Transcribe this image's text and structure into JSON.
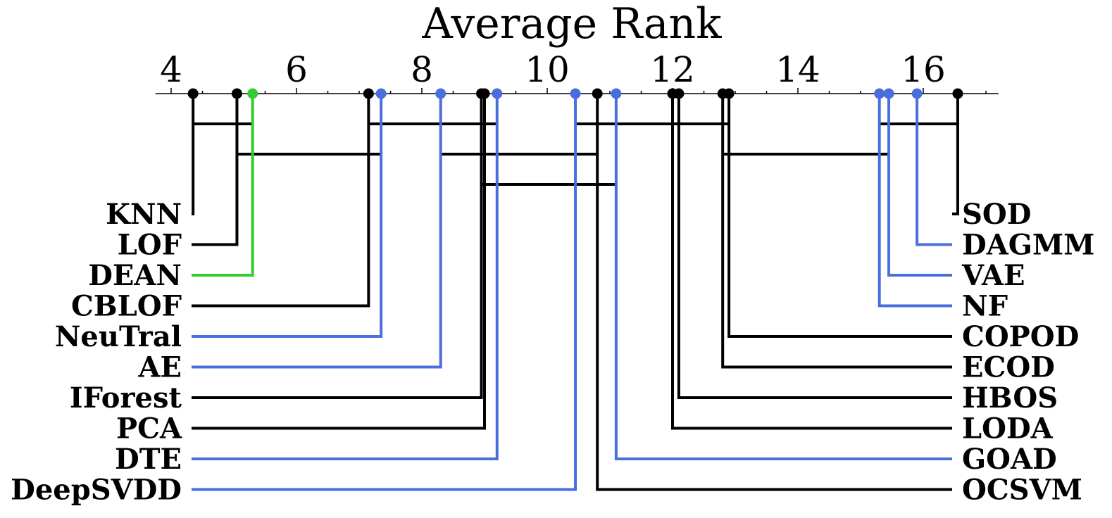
{
  "chart_data": {
    "type": "critical-difference-diagram",
    "title": "Average Rank",
    "xlim": [
      3.75,
      17.2
    ],
    "xticks": [
      4,
      6,
      8,
      10,
      12,
      14,
      16
    ],
    "minor_ticks_every": 0.5,
    "colors": {
      "default": "#000000",
      "highlight": "#33cc33",
      "deep": "#4a6fdc"
    },
    "methods_left": [
      {
        "name": "KNN",
        "rank": 4.35,
        "group": "default"
      },
      {
        "name": "LOF",
        "rank": 5.05,
        "group": "default"
      },
      {
        "name": "DEAN",
        "rank": 5.3,
        "group": "highlight"
      },
      {
        "name": "CBLOF",
        "rank": 7.15,
        "group": "default"
      },
      {
        "name": "NeuTral",
        "rank": 7.35,
        "group": "deep"
      },
      {
        "name": "AE",
        "rank": 8.3,
        "group": "deep"
      },
      {
        "name": "IForest",
        "rank": 8.95,
        "group": "default"
      },
      {
        "name": "PCA",
        "rank": 9.0,
        "group": "default"
      },
      {
        "name": "DTE",
        "rank": 9.2,
        "group": "deep"
      },
      {
        "name": "DeepSVDD",
        "rank": 10.45,
        "group": "deep"
      }
    ],
    "methods_right": [
      {
        "name": "SOD",
        "rank": 16.55,
        "group": "default"
      },
      {
        "name": "DAGMM",
        "rank": 15.9,
        "group": "deep"
      },
      {
        "name": "VAE",
        "rank": 15.45,
        "group": "deep"
      },
      {
        "name": "NF",
        "rank": 15.3,
        "group": "deep"
      },
      {
        "name": "COPOD",
        "rank": 12.9,
        "group": "default"
      },
      {
        "name": "ECOD",
        "rank": 12.8,
        "group": "default"
      },
      {
        "name": "HBOS",
        "rank": 12.1,
        "group": "default"
      },
      {
        "name": "LODA",
        "rank": 12.0,
        "group": "default"
      },
      {
        "name": "GOAD",
        "rank": 11.1,
        "group": "deep"
      },
      {
        "name": "OCSVM",
        "rank": 10.8,
        "group": "default"
      }
    ],
    "cliques": [
      {
        "from": 4.35,
        "to": 5.3,
        "level": 0
      },
      {
        "from": 7.15,
        "to": 9.2,
        "level": 0
      },
      {
        "from": 10.45,
        "to": 12.9,
        "level": 0
      },
      {
        "from": 15.3,
        "to": 16.55,
        "level": 0
      },
      {
        "from": 5.05,
        "to": 7.35,
        "level": 1
      },
      {
        "from": 8.3,
        "to": 10.8,
        "level": 1
      },
      {
        "from": 12.8,
        "to": 15.45,
        "level": 1
      },
      {
        "from": 8.95,
        "to": 11.1,
        "level": 2
      }
    ]
  }
}
